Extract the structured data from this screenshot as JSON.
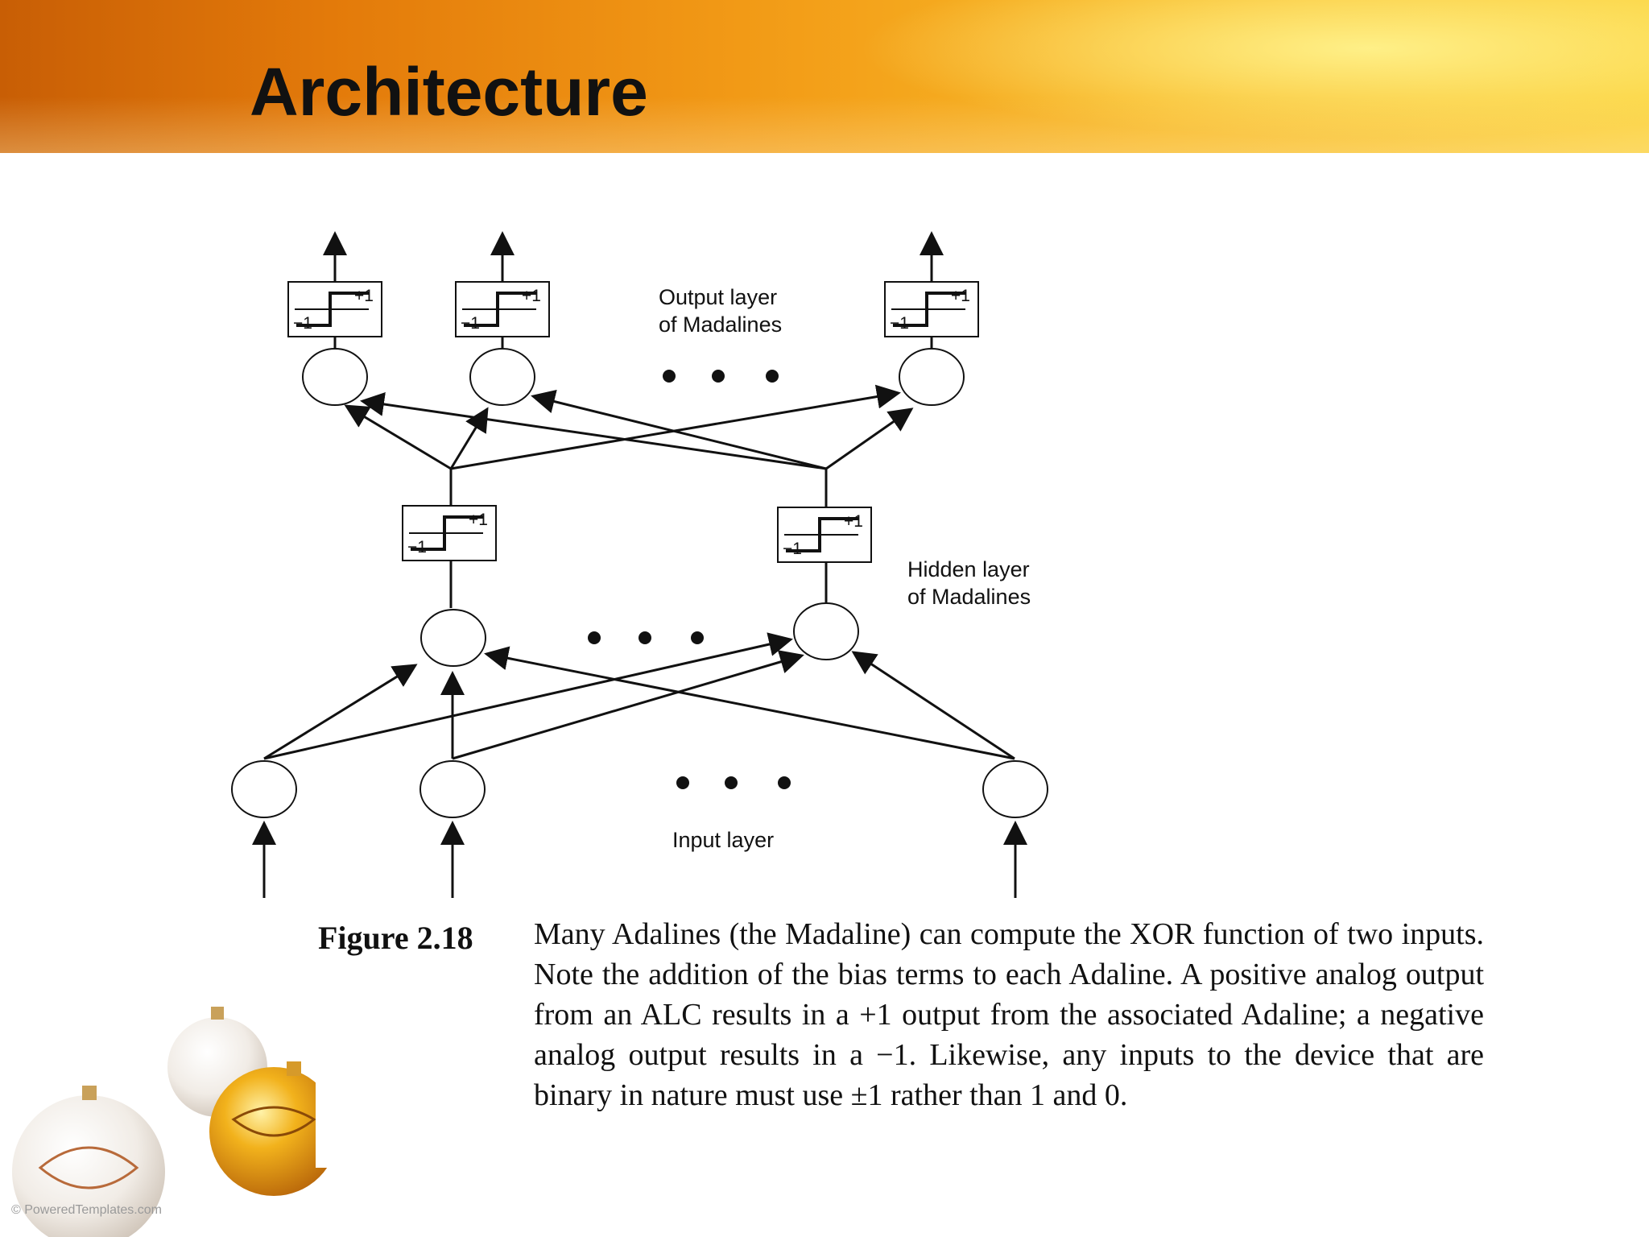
{
  "slide": {
    "title": "Architecture",
    "watermark": "© PoweredTemplates.com",
    "accent_colors": [
      "#c85e05",
      "#f29a16",
      "#fbd33e"
    ]
  },
  "diagram": {
    "output_layer_label": [
      "Output layer",
      "of Madalines"
    ],
    "hidden_layer_label": [
      "Hidden layer",
      "of Madalines"
    ],
    "input_layer_label": "Input layer",
    "activation_plus": "+1",
    "activation_minus": "−1",
    "ellipsis": "• • •"
  },
  "caption": {
    "figure_label": "Figure 2.18",
    "text": "Many Adalines (the Madaline) can compute the XOR function of two inputs. Note the addition of the bias terms to each Adaline. A positive analog output from an ALC results in a +1 output from the associated Adaline; a negative analog output results in a −1. Likewise, any inputs to the device that are binary in nature must use ±1 rather than 1 and 0."
  }
}
